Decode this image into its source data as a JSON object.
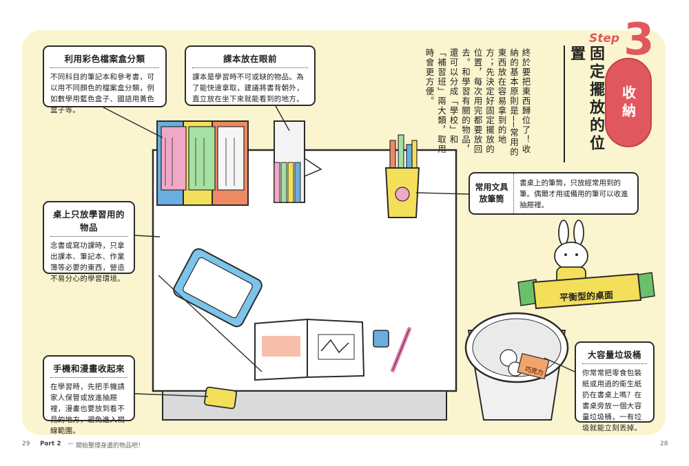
{
  "step": {
    "word": "Step",
    "number": "3",
    "label": "收納"
  },
  "heading": "固定擺放的位置",
  "body": "終於要把東西歸位了！收納的基本原則是──常用的東西放在容易拿到的地方；先決定好固定擺放的位置，每次用完都要放回去。和學習有關的物品，還可以分成「學校」和「補習班」兩大類，取用時會更方便。",
  "callouts": {
    "folders": {
      "title": "利用彩色檔案盒分類",
      "text": "不同科目的筆記本和參考書，可以用不同顏色的檔案盒分類，例如數學用藍色盒子、國語用黃色盒子等。"
    },
    "books": {
      "title": "課本放在眼前",
      "text": "課本是學習時不可或缺的物品。為了能快速拿取，建議將書背朝外，直立放在坐下來就能看到的地方。"
    },
    "study": {
      "title": "桌上只放學習用的物品",
      "text": "念書或寫功課時，只拿出課本、筆記本、作業簿等必要的東西，營造不易分心的學習環境。"
    },
    "phone": {
      "title": "手機和漫畫收起來",
      "text": "在學習時，先把手機請家人保管或放進抽屜裡，漫畫也要放到看不見的地方，避免進入視線範圍。"
    },
    "pens": {
      "title": "常用文具放筆筒",
      "text": "書桌上的筆筒，只放經常用到的筆。偶爾才用或備用的筆可以收進抽屜裡。"
    },
    "bin": {
      "title": "大容量垃圾桶",
      "text": "你常常把零食包裝紙或用過的衛生紙扔在書桌上嗎？在書桌旁放一個大容量垃圾桶，一有垃圾就能立刻丟掉。"
    }
  },
  "banner": "平衡型的桌面",
  "chocolate_label": "巧克力",
  "footer": {
    "left_page": "29",
    "part": "Part 2",
    "separator": "—",
    "title": "開始整理身邊的物品吧！",
    "right_page": "28"
  },
  "colors": {
    "accent": "#e0585e",
    "panel": "#fbf5cf",
    "folder_blue": "#6aaee0",
    "folder_yellow": "#f3df5a",
    "folder_orange": "#ee8a63",
    "folder_pink": "#f0a8c8",
    "tablet_blue": "#7cc4ea"
  },
  "icons": [
    "rabbit-mascot-icon",
    "pen-holder-icon",
    "trash-bin-icon",
    "tablet-icon",
    "phone-icon",
    "eraser-icon",
    "pen-icon"
  ]
}
